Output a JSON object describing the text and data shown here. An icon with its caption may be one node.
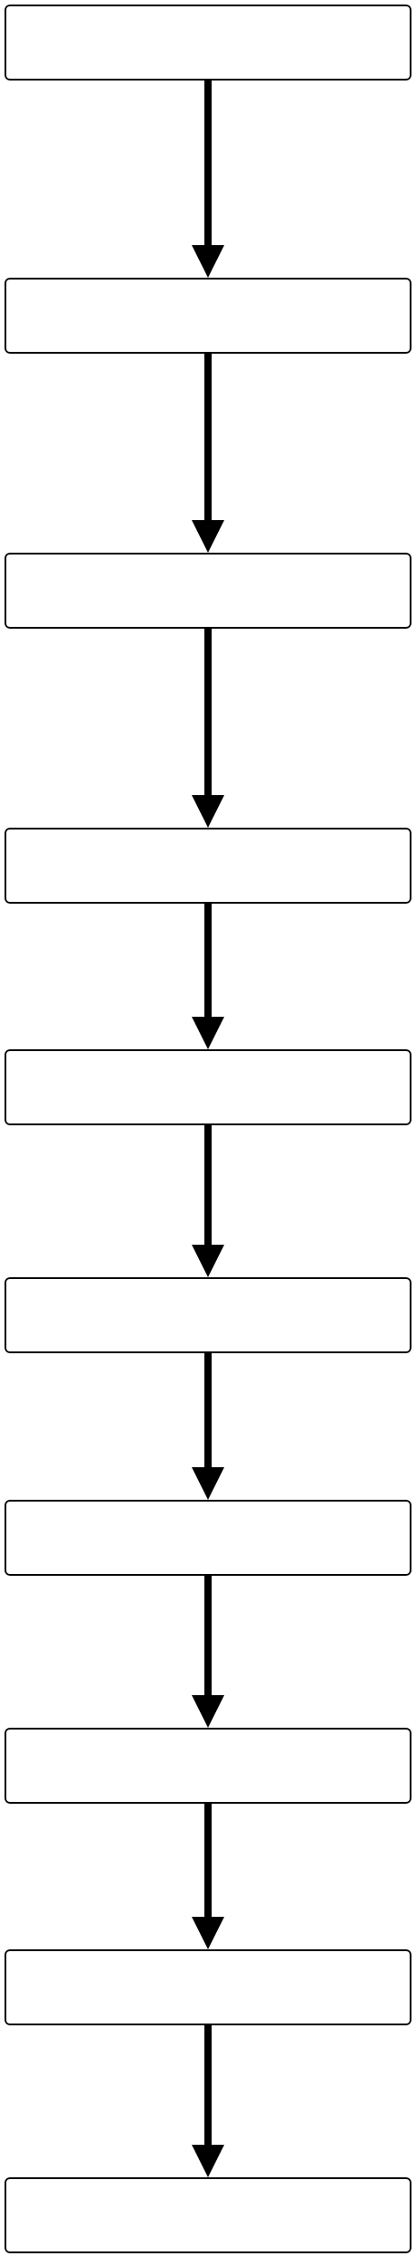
{
  "diagram": {
    "nodes": [
      {
        "text": [],
        "shape": "box"
      },
      {
        "text": [],
        "shape": "box"
      },
      {
        "text": [],
        "shape": "box"
      },
      {
        "text": [],
        "shape": "box"
      },
      {
        "text": [],
        "shape": "box"
      },
      {
        "text": [],
        "shape": "box"
      },
      {
        "text": [],
        "shape": "box"
      },
      {
        "text": [],
        "shape": "box"
      },
      {
        "text": [],
        "shape": "box"
      },
      {
        "text": [],
        "shape": "box"
      }
    ],
    "edges": [
      {
        "from": 0,
        "to": 1,
        "arrow": "to"
      },
      {
        "from": 1,
        "to": 2,
        "arrow": "to"
      },
      {
        "from": 2,
        "to": 3,
        "arrow": "to"
      },
      {
        "from": 3,
        "to": 4,
        "arrow": "to"
      },
      {
        "from": 4,
        "to": 5,
        "arrow": "to"
      },
      {
        "from": 5,
        "to": 6,
        "arrow": "to"
      },
      {
        "from": 6,
        "to": 7,
        "arrow": "to"
      },
      {
        "from": 7,
        "to": 8,
        "arrow": "to"
      },
      {
        "from": 8,
        "to": 9,
        "arrow": "to"
      }
    ]
  }
}
